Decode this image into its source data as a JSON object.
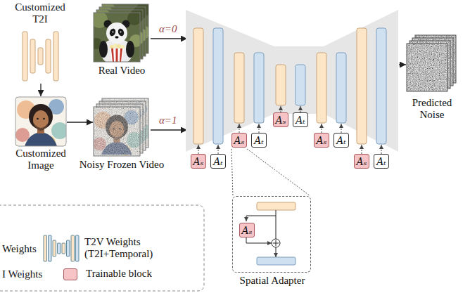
{
  "diagram": {
    "nodes": [
      {
        "text": [
          "Customized T2I"
        ]
      },
      {
        "text": [
          "Real Video"
        ]
      },
      {
        "text": [
          "Customized Image"
        ]
      },
      {
        "text": [
          "Noisy Frozen Video"
        ]
      },
      {
        "text": [
          "Aₛ"
        ]
      },
      {
        "text": [
          "Aₜ"
        ]
      },
      {
        "text": [
          "Aₛ"
        ]
      },
      {
        "text": [
          "Aₜ"
        ]
      },
      {
        "text": [
          "Aₛ"
        ]
      },
      {
        "text": [
          "Aₜ"
        ]
      },
      {
        "text": [
          "Aₛ"
        ]
      },
      {
        "text": [
          "Aₜ"
        ]
      },
      {
        "text": [
          "Aₛ"
        ]
      },
      {
        "text": [
          "Aₜ"
        ]
      },
      {
        "text": [
          "Predicted Noise"
        ]
      },
      {
        "text": [
          "Spatial Adapter"
        ]
      },
      {
        "text": [
          "Aₛ"
        ],
        "in": 15
      }
    ],
    "edges": [
      {
        "from": 0,
        "to": 2,
        "arrow": "to"
      },
      {
        "from": 2,
        "to": 3,
        "arrow": "to"
      }
    ],
    "labels": [
      "α=0",
      "α=1"
    ],
    "legend": [
      {
        "text": "Weights"
      },
      {
        "text": "T2V Weights (T2I+Temporal)"
      },
      {
        "text": "I Weights"
      },
      {
        "text": "Trainable block",
        "color": "#f6c4c6"
      }
    ]
  }
}
